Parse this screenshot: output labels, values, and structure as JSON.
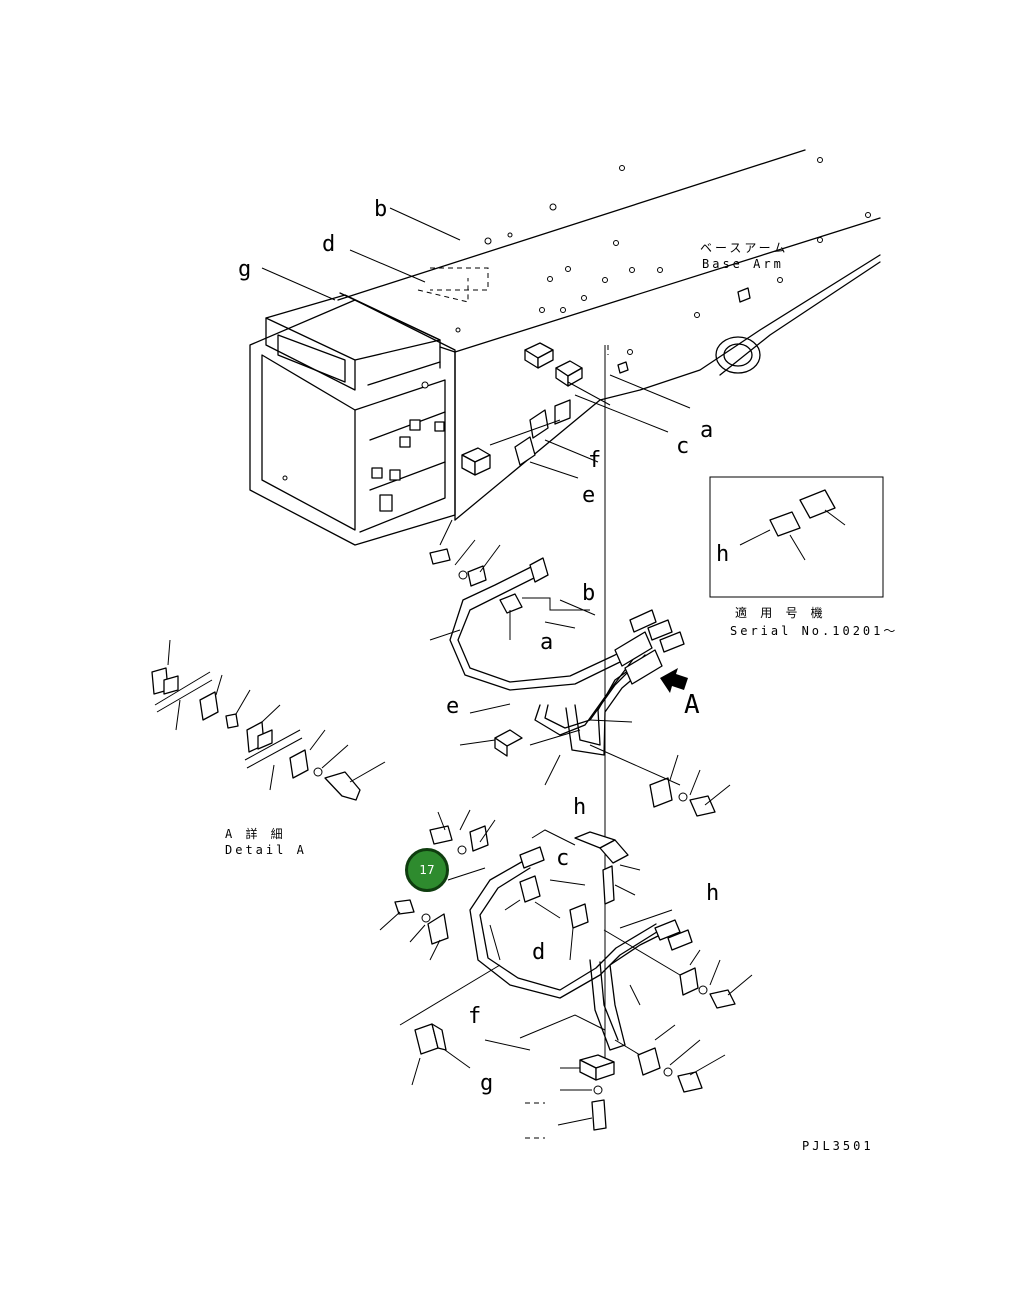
{
  "labels": {
    "a1": "a",
    "a2": "a",
    "b1": "b",
    "b2": "b",
    "c1": "c",
    "c2": "c",
    "d1": "d",
    "d2": "d",
    "e1": "e",
    "e2": "e",
    "f1": "f",
    "f2": "f",
    "g1": "g",
    "g2": "g",
    "h1": "h",
    "h2": "h",
    "h3": "h",
    "view_a": "A"
  },
  "base_arm": {
    "jp": "ベースアーム",
    "en": "Base Arm"
  },
  "detail": {
    "jp": "A 詳 細",
    "en": "Detail A"
  },
  "serial": {
    "jp": "適 用 号 機",
    "en": "Serial No.10201～"
  },
  "drawing_code": "PJL3501",
  "callout": {
    "number": "17",
    "color": "#2e8b2e"
  },
  "colors": {
    "line": "#000000",
    "background": "#ffffff"
  }
}
